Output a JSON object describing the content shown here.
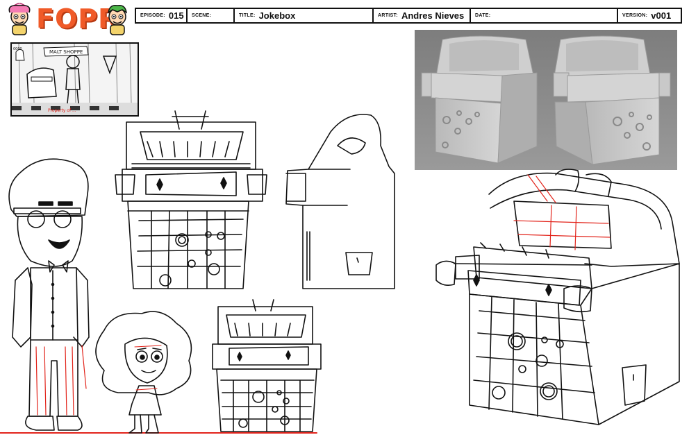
{
  "header": {
    "logo": {
      "name": "FOPR",
      "icon": "fairy-character-icon"
    },
    "fields": [
      {
        "label": "EPISODE:",
        "value": "015"
      },
      {
        "label": "SCENE:",
        "value": ""
      },
      {
        "label": "TITLE:",
        "value": "Jokebox"
      },
      {
        "label": "ARTIST:",
        "value": "Andres Nieves"
      },
      {
        "label": "DATE:",
        "value": ""
      },
      {
        "label": "VERSION:",
        "value": "v001"
      }
    ]
  },
  "storyboard": {
    "sign": "MALT SHOPPE",
    "watermark": "Property of ...",
    "corner_note": "0000"
  },
  "colors": {
    "ink": "#111111",
    "accent_red": "#e2231a",
    "logo_orange": "#f05a28",
    "render_bg": "#8a8a8a"
  }
}
